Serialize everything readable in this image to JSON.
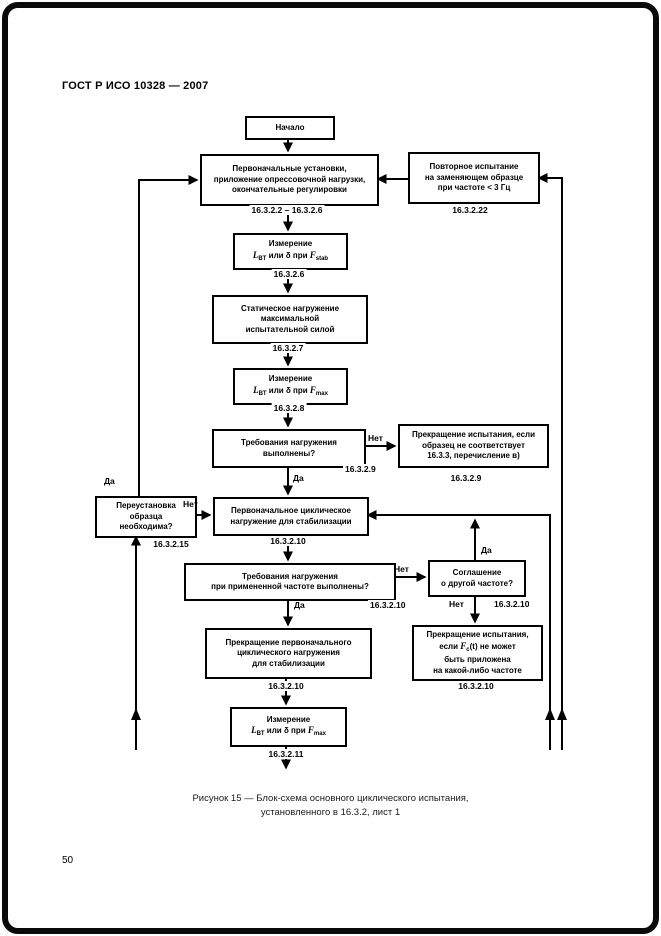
{
  "page": {
    "header": "ГОСТ Р ИСО 10328 — 2007",
    "page_number": "50",
    "caption_line1": "Рисунок 15 — Блок-схема основного циклического испытания,",
    "caption_line2": "установленного в 16.3.2, лист 1"
  },
  "flow": {
    "labels": {
      "yes": "Да",
      "no": "Нет"
    },
    "boxes": {
      "start": {
        "line1": "Начало"
      },
      "init": {
        "line1": "Первоначальные установки,",
        "line2": "приложение опрессовочной нагрузки,",
        "line3": "окончательные регулировки",
        "ref": "16.3.2.2 – 16.3.2.6"
      },
      "repeat": {
        "line1": "Повторное испытание",
        "line2": "на заменяющем образце",
        "line3": "при частоте < 3 Гц",
        "ref": "16.3.2.22"
      },
      "measure1": {
        "line1": "Измерение",
        "sym1": "L",
        "sub1": "BT",
        "mid": " или δ при ",
        "sym2": "F",
        "sub2": "stab",
        "ref": "16.3.2.6"
      },
      "static_load": {
        "line1": "Статическое нагружение",
        "line2": "максимальной",
        "line3": "испытательной силой",
        "ref": "16.3.2.7"
      },
      "measure2": {
        "line1": "Измерение",
        "sym1": "L",
        "sub1": "BT",
        "mid": " или δ при ",
        "sym2": "F",
        "sub2": "max",
        "ref": "16.3.2.8"
      },
      "check1": {
        "line1": "Требования нагружения",
        "line2": "выполнены?",
        "ref": "16.3.2.9"
      },
      "stop_right": {
        "line1": "Прекращение испытания, если",
        "line2": "образец не соответствует",
        "line3": "16.3.3, перечисление в)",
        "ref": "16.3.2.9"
      },
      "reinstall": {
        "line1": "Переустановка",
        "line2": "образца",
        "line3": "необходима?",
        "ref": "16.3.2.15"
      },
      "cyclic": {
        "line1": "Первоначальное циклическое",
        "line2": "нагружение для стабилизации",
        "ref": "16.3.2.10"
      },
      "freq_check": {
        "line1": "Требования нагружения",
        "line2": "при примененной частоте выполнены?",
        "ref": "16.3.2.10"
      },
      "agreement": {
        "line1": "Соглашение",
        "line2": "о другой частоте?",
        "no_ref": "16.3.2.10"
      },
      "stop_freq": {
        "line1": "Прекращение испытания,",
        "pre": "если ",
        "sym": "F",
        "sub": "c",
        "post": "(t) не может",
        "line3": "быть приложена",
        "line4": "на какой-либо частоте",
        "ref": "16.3.2.10"
      },
      "stop_cyclic": {
        "line1": "Прекращение первоначального",
        "line2": "циклического нагружения",
        "line3": "для стабилизации",
        "ref": "16.3.2.10"
      },
      "measure3": {
        "line1": "Измерение",
        "sym1": "L",
        "sub1": "BT",
        "mid": " или δ при ",
        "sym2": "F",
        "sub2": "max",
        "ref": "16.3.2.11"
      }
    }
  }
}
